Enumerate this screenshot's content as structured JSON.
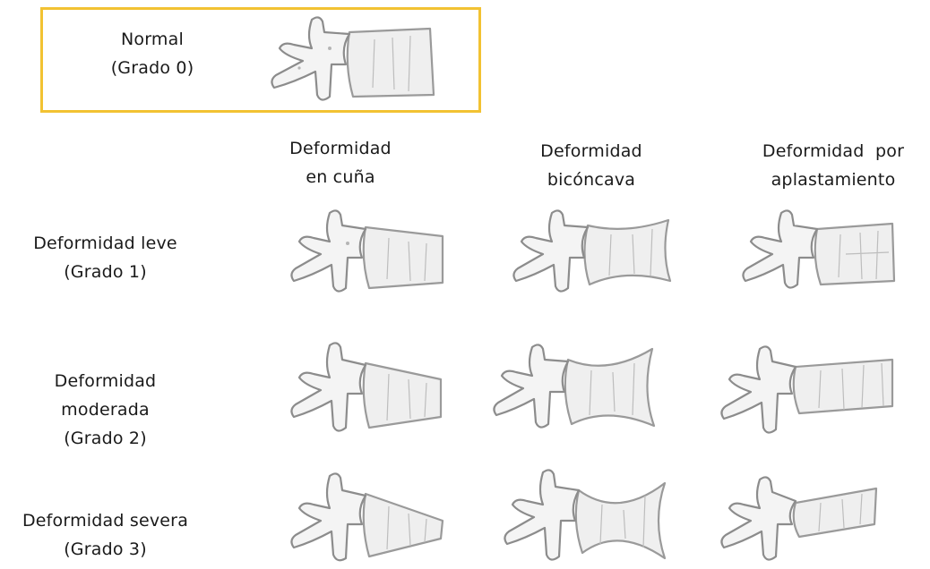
{
  "normal": {
    "line1": "Normal",
    "line2": "(Grado 0)"
  },
  "columns": [
    {
      "line1": "Deformidad",
      "line2": "en cuña"
    },
    {
      "line1": "Deformidad",
      "line2": "bicóncava"
    },
    {
      "line1": "Deformidad  por",
      "line2": "aplastamiento"
    }
  ],
  "rows": [
    {
      "lines": [
        "Deformidad leve",
        "(Grado 1)"
      ]
    },
    {
      "lines": [
        "Deformidad",
        "moderada",
        "(Grado 2)"
      ]
    },
    {
      "lines": [
        "Deformidad severa",
        "(Grado 3)"
      ]
    }
  ],
  "colors": {
    "highlight_border": "#f2c232",
    "outline": "#9a9a9a",
    "fill": "#efefef"
  }
}
